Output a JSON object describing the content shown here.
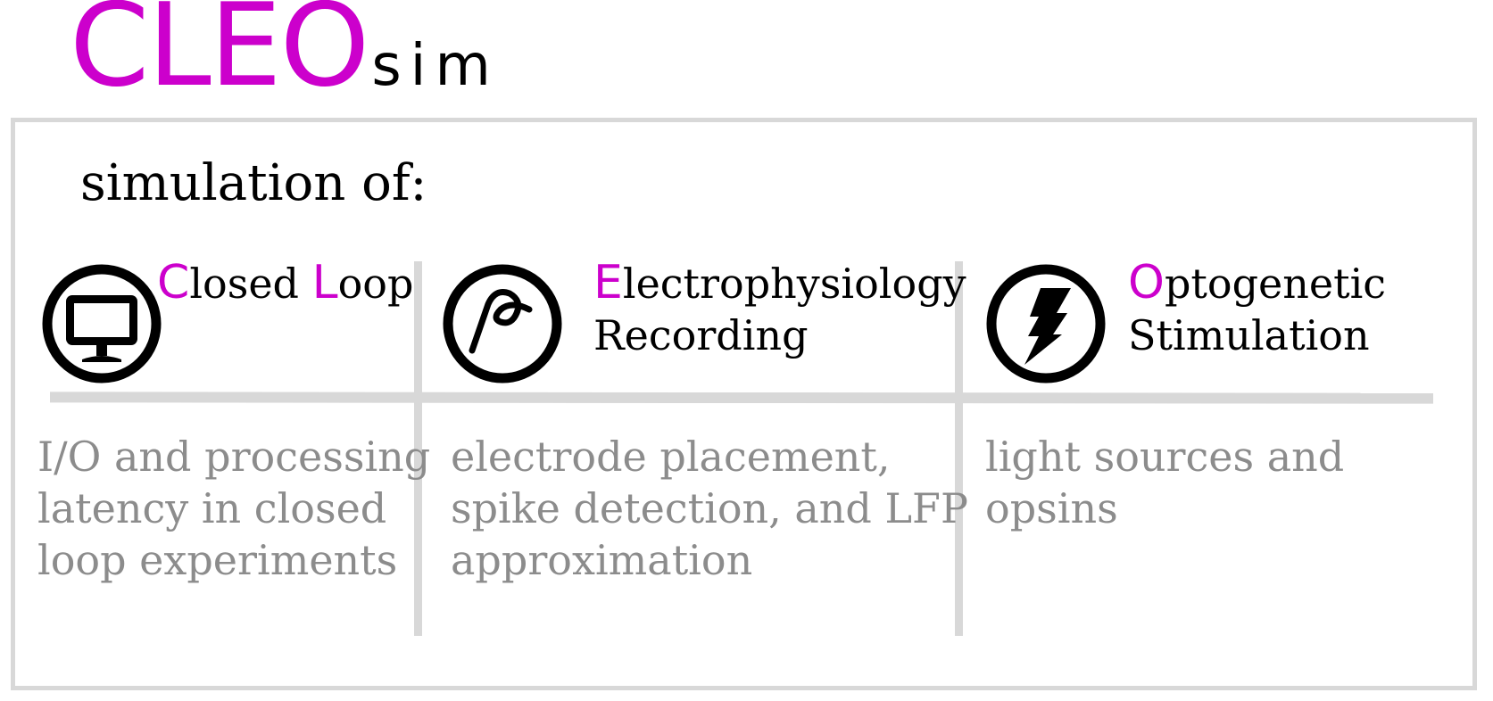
{
  "logo": {
    "main": "CLEO",
    "sub": "sim"
  },
  "intro": "simulation of:",
  "columns": [
    {
      "icon": "monitor-icon",
      "heading": {
        "l1_accent": "C",
        "l1_a": "losed ",
        "l1_accent2": "L",
        "l1_b": "oop",
        "l2": ""
      },
      "description": "I/O and processing\nlatency in closed\nloop experiments"
    },
    {
      "icon": "electrode-icon",
      "heading": {
        "l1_accent": "E",
        "l1_a": "lectrophysiology",
        "l2": "Recording"
      },
      "description": "electrode placement,\nspike detection, and LFP\napproximation"
    },
    {
      "icon": "lightning-icon",
      "heading": {
        "l1_accent": "O",
        "l1_a": "ptogenetic",
        "l2": "Stimulation"
      },
      "description": "light sources and\nopsins"
    }
  ],
  "colors": {
    "accent": "#cc00cc",
    "description_text": "#8c8c8c",
    "divider": "#d8d8d8",
    "text": "#000000"
  }
}
